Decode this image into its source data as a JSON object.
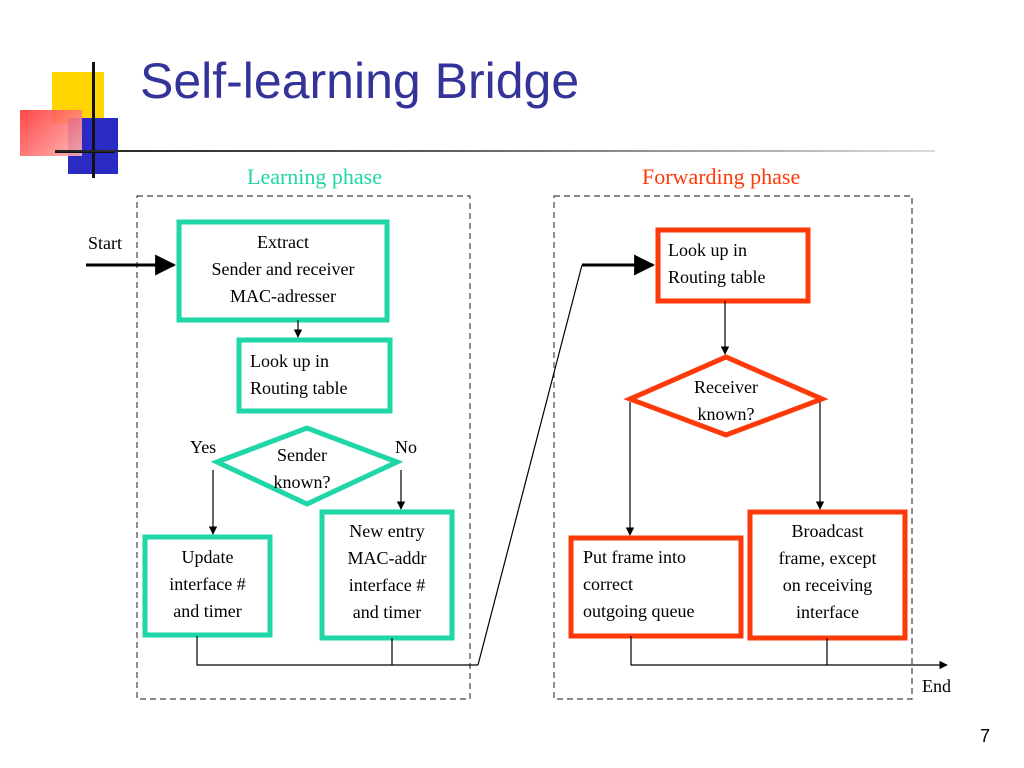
{
  "slide": {
    "title": "Self-learning Bridge",
    "page_number": "7"
  },
  "colors": {
    "title": "#333399",
    "learning": "#1fd6a6",
    "forwarding": "#ff3a0a"
  },
  "learning_phase": {
    "heading": "Learning phase",
    "start_label": "Start",
    "extract_box": "Extract\nSender and receiver\nMAC-adresser",
    "lookup_box": "Look up in\nRouting table",
    "decision": "Sender\nknown?",
    "yes_label": "Yes",
    "no_label": "No",
    "update_box": "Update\ninterface #\nand timer",
    "new_entry_box": "New entry\nMAC-addr\ninterface #\nand timer"
  },
  "forwarding_phase": {
    "heading": "Forwarding phase",
    "lookup_box": "Look up in\nRouting table",
    "decision": "Receiver\nknown?",
    "put_frame_box": "Put frame into\ncorrect\noutgoing queue",
    "broadcast_box": "Broadcast\nframe, except\non receiving\ninterface",
    "end_label": "End"
  }
}
